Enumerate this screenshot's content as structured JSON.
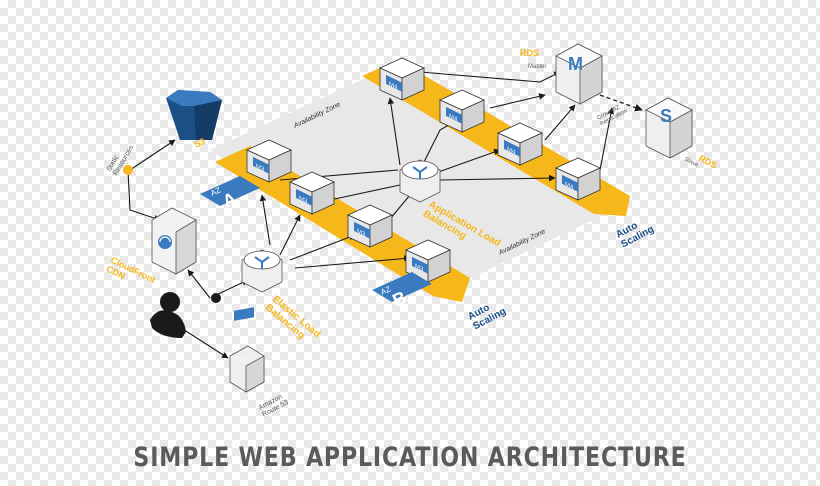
{
  "title": "SIMPLE WEB APPLICATION ARCHITECTURE",
  "colors": {
    "accent": "#f6b71a",
    "blue": "#3a7bbf",
    "navy": "#1b4f86",
    "zone": "#e8e8e8",
    "line": "#1a1a1a"
  },
  "zones": {
    "a": {
      "az_tag": "AZ",
      "letter": "A",
      "zone_label": "Availability Zone"
    },
    "b": {
      "az_tag": "AZ",
      "letter": "B",
      "zone_label": "Availability Zone"
    }
  },
  "instances": {
    "zone_b_label": "M3",
    "zone_a_label": "M4"
  },
  "s3": {
    "badge": "S3",
    "label": "Static\nResources"
  },
  "cloudfront": {
    "label": "CloudFront\nCDN"
  },
  "user": {
    "icon": "user-icon"
  },
  "route53": {
    "badge": "53",
    "label": "Amazon\nRoute 53"
  },
  "elb": {
    "label": "Elastic Load\nBalancing",
    "icon": "fork-icon"
  },
  "app_lb": {
    "label": "Application Load\nBalancing",
    "icon": "fork-icon"
  },
  "auto_scaling_b": {
    "label": "Auto\nScaling"
  },
  "auto_scaling_a": {
    "label": "Auto\nScaling"
  },
  "rds_master": {
    "label": "RDS",
    "sub": "Master",
    "letter": "M"
  },
  "rds_slave": {
    "label": "RDS",
    "sub": "Slave",
    "letter": "S"
  },
  "replication": {
    "label": "Cross-AZ\nReplication"
  }
}
